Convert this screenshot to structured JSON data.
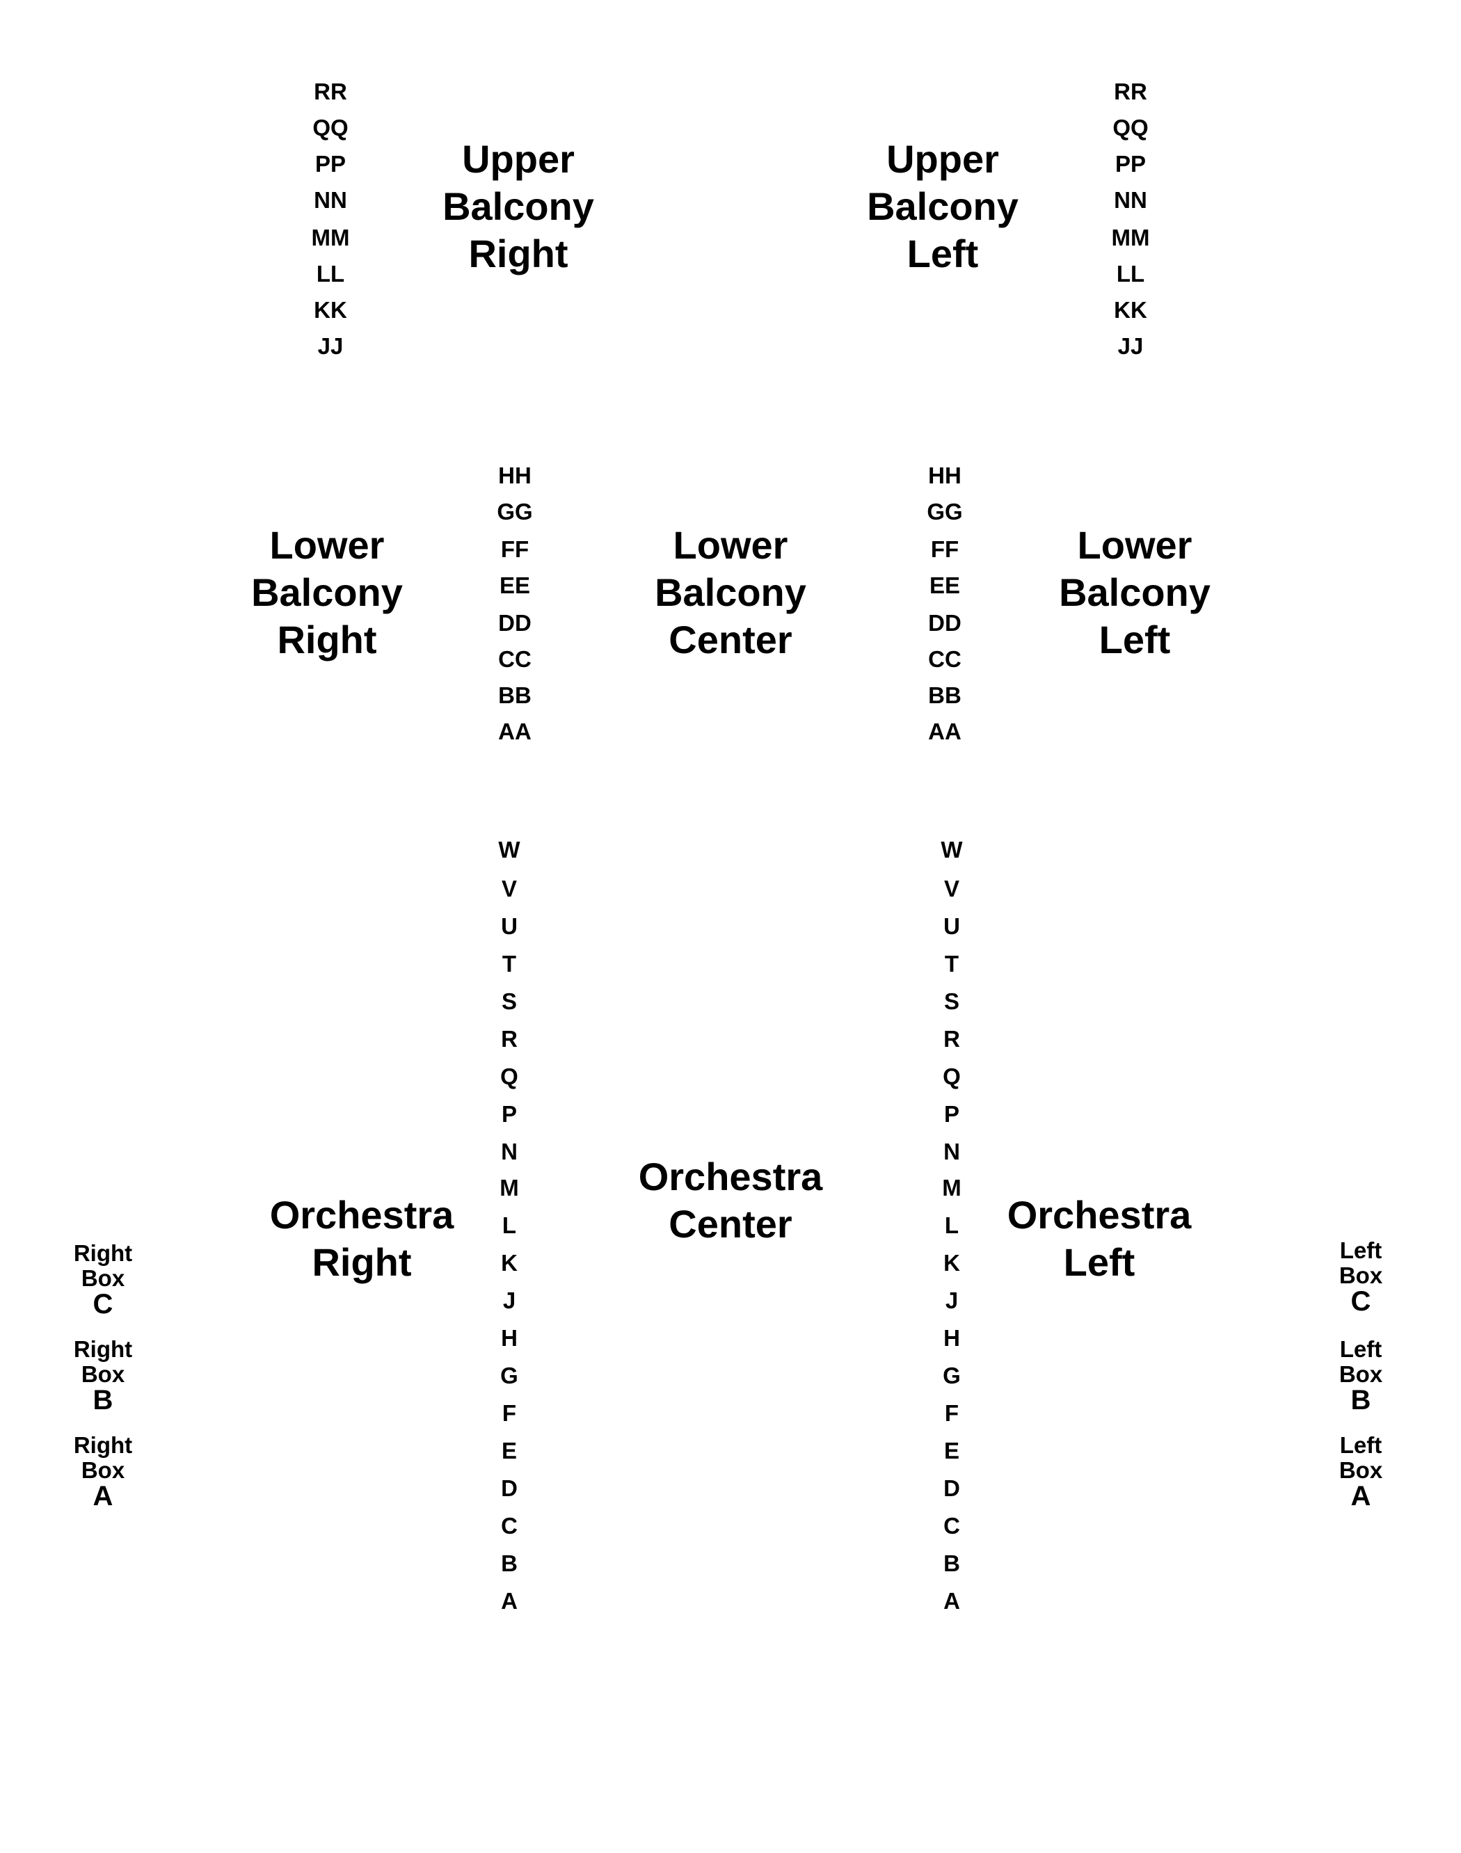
{
  "sections": {
    "upper_balcony_right": [
      "Upper",
      "Balcony",
      "Right"
    ],
    "upper_balcony_left": [
      "Upper",
      "Balcony",
      "Left"
    ],
    "lower_balcony_right": [
      "Lower",
      "Balcony",
      "Right"
    ],
    "lower_balcony_center": [
      "Lower",
      "Balcony",
      "Center"
    ],
    "lower_balcony_left": [
      "Lower",
      "Balcony",
      "Left"
    ],
    "orchestra_right": [
      "Orchestra",
      "Right"
    ],
    "orchestra_center": [
      "Orchestra",
      "Center"
    ],
    "orchestra_left": [
      "Orchestra",
      "Left"
    ]
  },
  "rows": {
    "upper_balcony": [
      "RR",
      "QQ",
      "PP",
      "NN",
      "MM",
      "LL",
      "KK",
      "JJ"
    ],
    "lower_balcony": [
      "HH",
      "GG",
      "FF",
      "EE",
      "DD",
      "CC",
      "BB",
      "AA"
    ],
    "orchestra": [
      "W",
      "V",
      "U",
      "T",
      "S",
      "R",
      "Q",
      "P",
      "N",
      "M",
      "L",
      "K",
      "J",
      "H",
      "G",
      "F",
      "E",
      "D",
      "C",
      "B",
      "A"
    ]
  },
  "boxes": {
    "right": [
      {
        "side": "Right",
        "word": "Box",
        "letter": "C"
      },
      {
        "side": "Right",
        "word": "Box",
        "letter": "B"
      },
      {
        "side": "Right",
        "word": "Box",
        "letter": "A"
      }
    ],
    "left": [
      {
        "side": "Left",
        "word": "Box",
        "letter": "C"
      },
      {
        "side": "Left",
        "word": "Box",
        "letter": "B"
      },
      {
        "side": "Left",
        "word": "Box",
        "letter": "A"
      }
    ]
  }
}
